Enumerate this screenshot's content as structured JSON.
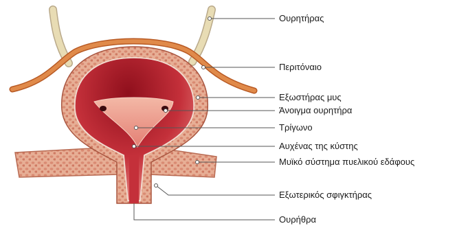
{
  "labels": {
    "ureter": "Ουρητήρας",
    "peritoneum": "Περιτόναιο",
    "detrusor": "Εξωστήρας μυς",
    "ureteral_orifice": "Άνοιγμα ουρητήρα",
    "trigone": "Τρίγωνο",
    "bladder_neck": "Αυχένας της κύστης",
    "pelvic_floor": "Μυϊκό σύστημα πυελικού εδάφους",
    "external_sphincter": "Εξωτερικός σφιγκτήρας",
    "urethra": "Ουρήθρα"
  },
  "colors": {
    "peritoneum": "#d9773a",
    "muscle": "#e3a98f",
    "mucosa": "#b8202b",
    "ureter": "#e8dcb4",
    "leader": "#555555"
  }
}
